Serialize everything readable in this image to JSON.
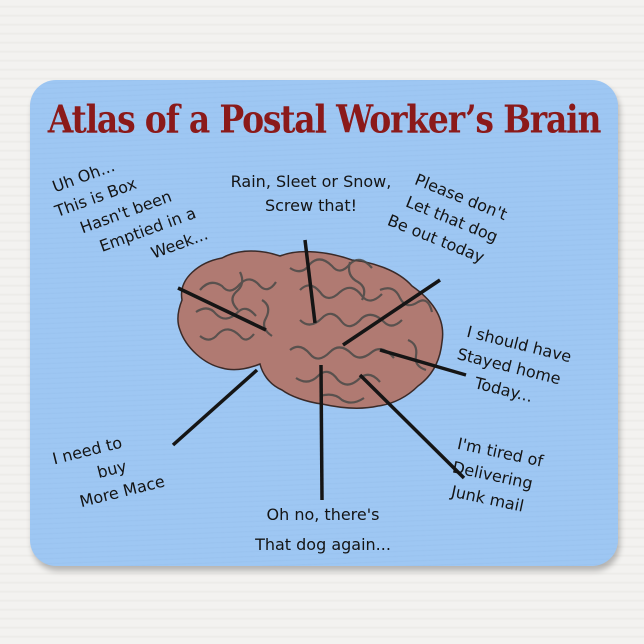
{
  "title": "Atlas of a Postal Worker’s Brain",
  "colors": {
    "pad": "#9ec7f3",
    "title": "#8b1a1a",
    "brain": "#b07a72",
    "text": "#141414"
  },
  "notes": {
    "box": [
      "Uh Oh...",
      "This is Box",
      "Hasn't been",
      "Emptied in a",
      "Week..."
    ],
    "rain": [
      "Rain, Sleet or Snow,",
      "Screw that!"
    ],
    "dog_out": [
      "Please don't",
      "Let that dog",
      "Be out today"
    ],
    "stayed": [
      "I should have",
      "Stayed home",
      "Today..."
    ],
    "mace": [
      "I need to",
      "buy",
      "More Mace"
    ],
    "dog_again": [
      "Oh no, there's",
      "That dog again..."
    ],
    "junk": [
      "I'm tired of",
      "Delivering",
      "Junk mail"
    ]
  }
}
